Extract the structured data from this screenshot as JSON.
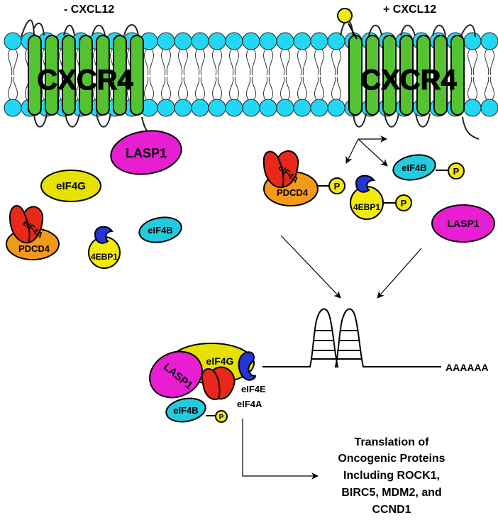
{
  "left_condition": "- CXCL12",
  "right_condition": "+ CXCL12",
  "receptor_label": "CXCR4",
  "proteins": {
    "lasp1": "LASP1",
    "eif4g": "eIF4G",
    "eif4a": "eIF4A",
    "pdcd4": "PDCD4",
    "eif4b": "eIF4B",
    "ebp1": "4EBP1",
    "eif4e": "eIF4E",
    "phospho": "P"
  },
  "mrna_tail": "AAAAAA",
  "output_text": [
    "Translation of",
    "Oncogenic Proteins",
    "Including ROCK1,",
    "BIRC5, MDM2, and",
    "CCND1"
  ],
  "colors": {
    "lipid_head": "#22d7f3",
    "receptor": "#55c232",
    "lasp1": "#e81ed3",
    "eif4g": "#e6e100",
    "eif4a": "#e8281a",
    "pdcd4": "#f49a19",
    "eif4b": "#23cbe0",
    "ebp1": "#f2ea0a",
    "eif4e": "#2335d6",
    "ligand": "#f4ec0a"
  }
}
